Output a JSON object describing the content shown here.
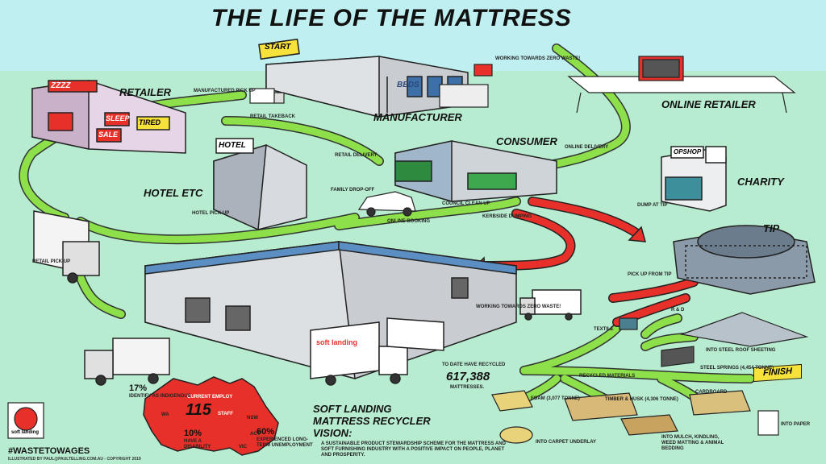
{
  "title": "THE LIFE OF THE MATTRESS",
  "stages": {
    "retailer": "RETAILER",
    "manufacturer": "MANUFACTURER",
    "online_retailer": "ONLINE RETAILER",
    "consumer": "CONSUMER",
    "hotel": "HOTEL ETC",
    "charity": "CHARITY",
    "tip": "TIP"
  },
  "signs": {
    "start": "START",
    "beds": "BEDS",
    "hotel": "HOTEL",
    "opshop": "OPSHOP",
    "sleep": "SLEEP",
    "tired": "TIRED",
    "sale": "SALE",
    "zzzz": "ZZZZ",
    "soft_landing": "soft landing",
    "finish": "FINISH",
    "logo": "soft landing"
  },
  "flows": {
    "manufactured_pickup": "MANUFACTURED PICK UP",
    "retail_takeback": "RETAIL TAKEBACK",
    "retail_delivery": "RETAIL DELIVERY",
    "family_dropoff": "FAMILY DROP-OFF",
    "hotel_pickup": "HOTEL PICK UP",
    "online_delivery": "ONLINE DELIVERY",
    "online_booking": "ONLINE BOOKING",
    "council_cleanup": "COUNCIL CLEAN UP",
    "kerbside_dumping": "KERBSIDE DUMPING",
    "dump_at_tip": "DUMP AT TIP",
    "retail_pickup": "RETAIL PICK UP",
    "pickup_from_tip": "PICK UP FROM TIP",
    "working_zero_waste_1": "WORKING TOWARDS ZERO WASTE!",
    "working_zero_waste_2": "WORKING TOWARDS ZERO WASTE!",
    "recycled_materials": "RECYCLED MATERIALS"
  },
  "materials": {
    "textile": "TEXTILE",
    "foam": "FOAM (3,077 TONNE)",
    "timber_husk": "TIMBER & HUSK (4,306 TONNE)",
    "steel_springs": "STEEL SPRINGS (4,454 TONNE)",
    "cardboard": "CARDBOARD",
    "rd": "R & D",
    "steel_roof": "INTO STEEL ROOF SHEETING",
    "into_paper": "INTO PAPER",
    "into_mulch": "INTO MULCH, KINDLING, WEED MATTING & ANIMAL BEDDING",
    "into_carpet": "INTO CARPET UNDERLAY"
  },
  "recycled": {
    "prefix": "TO DATE HAVE RECYCLED",
    "count": "617,388",
    "suffix": "MATTRESSES."
  },
  "australia": {
    "current_employ": "CURRENT EMPLOY",
    "staff_count": "115",
    "staff_word": "STAFF",
    "indigenous_pct": "17%",
    "indigenous_text": "IDENTIFY AS INDIGENOUS",
    "disability_pct": "10%",
    "disability_text": "HAVE A DISABILITY",
    "unemployed_pct": "60%",
    "unemployed_text": "EXPERIENCED LONG-TERM UNEMPLOYMENT",
    "wa": "WA",
    "nsw": "NSW",
    "act": "ACT",
    "vic": "VIC"
  },
  "vision": {
    "heading_1": "SOFT LANDING",
    "heading_2": "MATTRESS RECYCLER",
    "heading_3": "VISION:",
    "text": "A SUSTAINABLE PRODUCT STEWARDSHIP SCHEME FOR THE MATTRESS AND SOFT FURNISHING INDUSTRY WITH A POSITIVE IMPACT ON PEOPLE, PLANET AND PROSPERITY."
  },
  "footer": {
    "hashtag": "#WASTETOWAGES",
    "credit": "ILLUSTRATED BY PAUL@PAULTELLING.COM.AU - COPYRIGHT 2019"
  },
  "colors": {
    "sky": "#bfeff0",
    "ground": "#b8ecd0",
    "green_arrow": "#8de04a",
    "red_arrow": "#e8302a",
    "building": "#c9ccd0",
    "australia": "#e8302a"
  }
}
